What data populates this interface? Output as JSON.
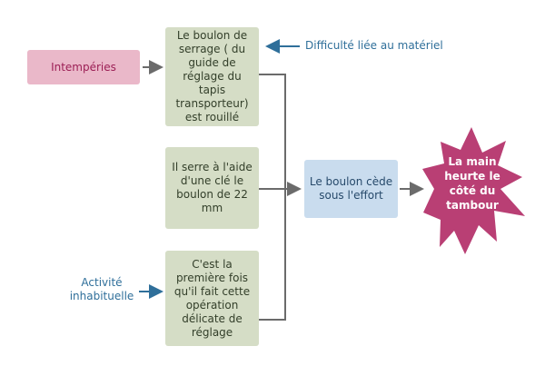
{
  "nodes": {
    "intemperies": "Intempéries",
    "boulon_serrage": "Le boulon de serrage ( du guide de réglage du tapis transporteur) est rouillé",
    "cle": "Il serre à l'aide d'une clé le boulon de 22 mm",
    "premiere_fois": "C'est la première fois qu'il fait cette opération délicate de réglage",
    "boulon_cede": "Le boulon cède sous l'effort",
    "main_heurte": "La main heurte le côté du tambour"
  },
  "notes": {
    "difficulte": "Difficulté liée au matériel",
    "activite": "Activité inhabituelle"
  },
  "colors": {
    "green_box": "#d5ddc6",
    "pink_box": "#eab8c9",
    "blue_box": "#c9dcee",
    "star": "#b93f74",
    "wire": "#6b6b6b",
    "note_arrow": "#2f6f9a"
  }
}
